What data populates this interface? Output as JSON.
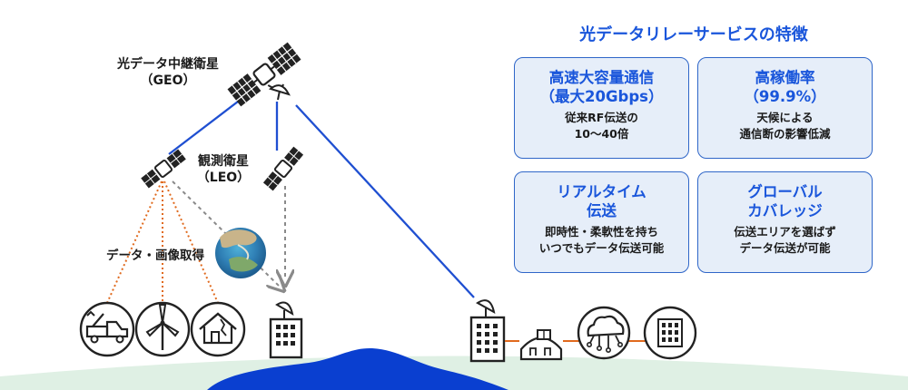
{
  "diagram": {
    "geo_label_line1": "光データ中継衛星",
    "geo_label_line2": "（GEO）",
    "leo_label_line1": "観測衛星",
    "leo_label_line2": "（LEO）",
    "acquisition_label": "データ・画像取得"
  },
  "features": {
    "title": "光データリレーサービスの特徴",
    "cards": [
      {
        "heading_line1": "高速大容量通信",
        "heading_line2": "（最大20Gbps）",
        "desc_line1": "従来RF伝送の",
        "desc_line2": "10～40倍"
      },
      {
        "heading_line1": "高稼働率",
        "heading_line2": "（99.9%）",
        "desc_line1": "天候による",
        "desc_line2": "通信断の影響低減"
      },
      {
        "heading_line1": "リアルタイム",
        "heading_line2": "伝送",
        "desc_line1": "即時性・柔軟性を持ち",
        "desc_line2": "いつでもデータ伝送可能"
      },
      {
        "heading_line1": "グローバル",
        "heading_line2": "カバレッジ",
        "desc_line1": "伝送エリアを選ばず",
        "desc_line2": "データ伝送が可能"
      }
    ]
  },
  "colors": {
    "accent_blue": "#1a56db",
    "link_blue": "#1f4fd1",
    "card_fill": "#e6eef9",
    "ground_green": "#dff0e4",
    "sea_blue": "#0a3fd0",
    "orange_dotted": "#e06a1e",
    "gray_dashed": "#8a8a8a"
  },
  "icons": [
    "geo-satellite-icon",
    "leo-satellite-icon",
    "earth-photo-icon",
    "tow-truck-icon",
    "wind-turbine-icon",
    "damaged-house-icon",
    "ground-station-icon",
    "data-center-icon",
    "cloud-network-icon",
    "server-icon"
  ]
}
